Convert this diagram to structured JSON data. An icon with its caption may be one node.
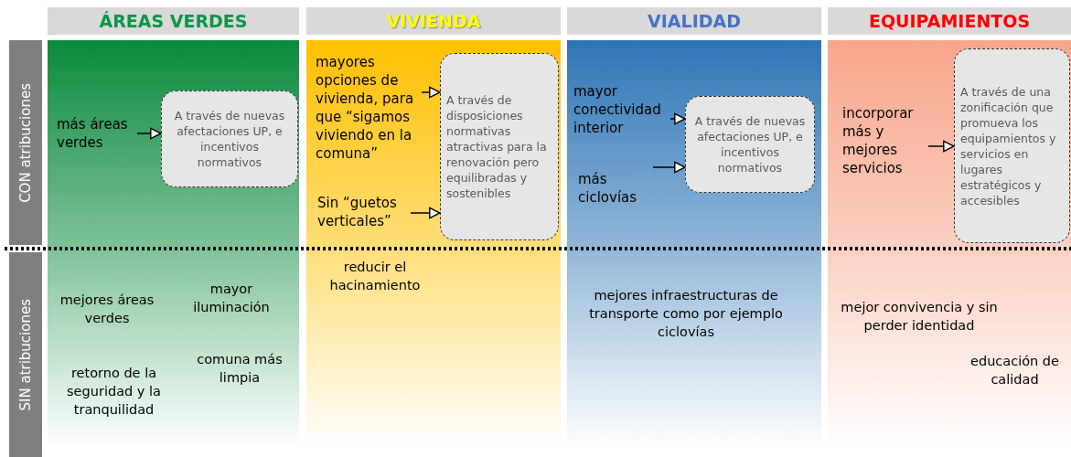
{
  "diagram": {
    "nodes": [
      {
        "text": [
          "ÁREAS VERDES"
        ]
      },
      {
        "text": [
          "VIVIENDA"
        ]
      },
      {
        "text": [
          "VIALIDAD"
        ]
      },
      {
        "text": [
          "EQUIPAMIENTOS"
        ]
      },
      {
        "text": [
          "CON atribuciones"
        ]
      },
      {
        "text": [
          "SIN atribuciones"
        ]
      },
      {
        "text": [
          "más áreas verdes"
        ]
      },
      {
        "text": [
          "A través de nuevas afectaciones UP, e incentivos normativos"
        ]
      },
      {
        "text": [
          "mayores opciones de vivienda, para que “sigamos viviendo en la comuna”"
        ]
      },
      {
        "text": [
          "Sin “guetos verticales”"
        ]
      },
      {
        "text": [
          "A través de disposiciones normativas atractivas para la renovación pero equilibradas y sostenibles"
        ]
      },
      {
        "text": [
          "mayor conectividad interior"
        ]
      },
      {
        "text": [
          "más ciclovías"
        ]
      },
      {
        "text": [
          "A través de nuevas afectaciones UP, e incentivos normativos"
        ]
      },
      {
        "text": [
          "incorporar más y mejores servicios"
        ]
      },
      {
        "text": [
          "A través de una zonificación que promueva los equipamientos y servicios en lugares estratégicos y accesibles"
        ]
      }
    ],
    "edges": [
      {
        "from": 6,
        "to": 7,
        "arrow": "to"
      },
      {
        "from": 8,
        "to": 10,
        "arrow": "to"
      },
      {
        "from": 9,
        "to": 10,
        "arrow": "to"
      },
      {
        "from": 11,
        "to": 13,
        "arrow": "to"
      },
      {
        "from": 12,
        "to": 13,
        "arrow": "to"
      },
      {
        "from": 14,
        "to": 15,
        "arrow": "to"
      }
    ],
    "labels": [
      "mejores áreas verdes",
      "mayor iluminación",
      "retorno de la seguridad y la tranquilidad",
      "comuna más limpia",
      "reducir el hacinamiento",
      "mejores infraestructuras de transporte como por ejemplo ciclovías",
      "mejor convivencia y sin perder identidad",
      "educación de calidad"
    ]
  }
}
